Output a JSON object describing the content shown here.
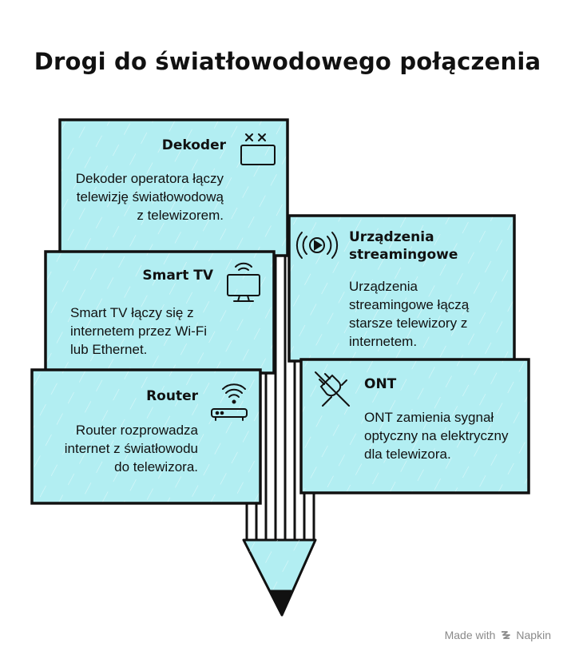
{
  "title": "Drogi do światłowodowego połączenia",
  "cards": {
    "dekoder": {
      "title": "Dekoder",
      "text": "Dekoder operatora łączy telewizję światłowodową z telewizorem.",
      "icon": "set-top-box-icon"
    },
    "smart_tv": {
      "title": "Smart TV",
      "text": "Smart TV łączy się z internetem przez Wi-Fi lub Ethernet.",
      "icon": "smart-tv-icon"
    },
    "router": {
      "title": "Router",
      "text": "Router rozprowadza internet z światłowodu do telewizora.",
      "icon": "router-icon"
    },
    "streaming": {
      "title": "Urządzenia streamingowe",
      "text": "Urządzenia streamingowe łączą starsze telewizory z internetem.",
      "icon": "streaming-icon"
    },
    "ont": {
      "title": "ONT",
      "text": "ONT zamienia sygnał optyczny na elektryczny dla telewizora.",
      "icon": "unplugged-icon"
    }
  },
  "footer": {
    "made_with": "Made with",
    "brand": "Napkin"
  },
  "colors": {
    "card_fill": "#b2eef2",
    "outline": "#111111",
    "footer_text": "#8a8a8a"
  }
}
